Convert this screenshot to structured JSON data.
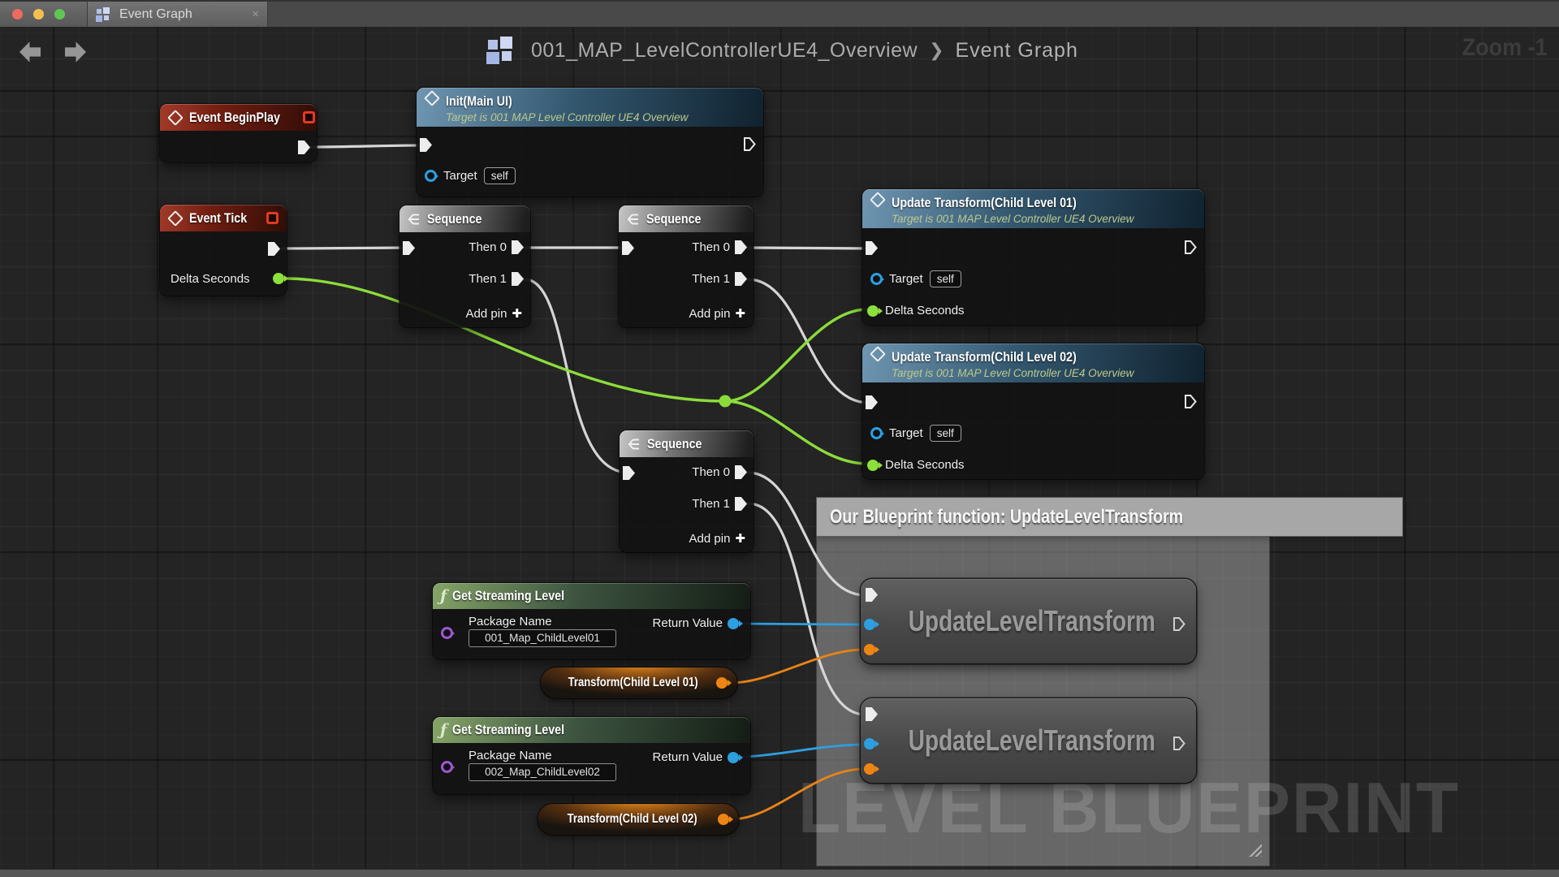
{
  "titlebar": {
    "tab_title": "Event Graph"
  },
  "icons": {
    "close": "×",
    "chevron": "❯",
    "add_pin_plus": "✚",
    "function_f": "ƒ"
  },
  "nav": {
    "breadcrumb_root": "001_MAP_LevelControllerUE4_Overview",
    "breadcrumb_current": "Event Graph",
    "zoom_indicator": "Zoom -1"
  },
  "watermark": "LEVEL BLUEPRINT",
  "comment": {
    "title": "Our Blueprint function: UpdateLevelTransform"
  },
  "labels": {
    "then_0": "Then 0",
    "then_1": "Then 1",
    "add_pin": "Add pin",
    "target": "Target",
    "self_value": "self",
    "delta_seconds": "Delta Seconds",
    "package_name": "Package Name",
    "return_value": "Return Value",
    "target_subtitle": "Target is 001 MAP Level Controller UE4 Overview"
  },
  "nodes": {
    "event_begin_play": {
      "title": "Event BeginPlay"
    },
    "event_tick": {
      "title": "Event Tick"
    },
    "init_main_ui": {
      "title": "Init(Main UI)"
    },
    "sequence": {
      "title": "Sequence"
    },
    "update_transform_01": {
      "title": "Update Transform(Child Level 01)"
    },
    "update_transform_02": {
      "title": "Update Transform(Child Level 02)"
    },
    "get_streaming_level_01": {
      "title": "Get Streaming Level",
      "package_value": "001_Map_ChildLevel01"
    },
    "get_streaming_level_02": {
      "title": "Get Streaming Level",
      "package_value": "002_Map_ChildLevel02"
    },
    "transform_01": {
      "title": "Transform(Child Level 01)"
    },
    "transform_02": {
      "title": "Transform(Child Level 02)"
    },
    "update_level_transform": {
      "title": "UpdateLevelTransform"
    }
  },
  "colors": {
    "exec_wire": "#d6d6d6",
    "float_wire": "#8bdc3a",
    "object_wire": "#2d9fe0",
    "transform_wire": "#ea8316",
    "name_pin": "#9b59d0",
    "event_header": "#8e2a1f",
    "function_header": "#86a468",
    "call_header": "#6f96b2",
    "comment_header": "#a7a7a7",
    "graph_background": "#242424"
  }
}
